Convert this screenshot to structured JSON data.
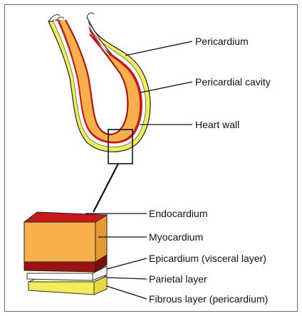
{
  "labels": {
    "pericardium": "Pericardium",
    "pericardial_cavity": "Pericardial cavity",
    "heart_wall": "Heart wall",
    "endocardium": "Endocardium",
    "myocardium": "Myocardium",
    "epicardium": "Epicardium (visceral layer)",
    "parietal_layer": "Parietal layer",
    "fibrous_layer": "Fibrous layer (pericardium)"
  },
  "colors": {
    "fibrous": "#f3ed5a",
    "fibrous_light": "#fbf7c4",
    "parietal": "#ffffff",
    "epicardium": "#9b1410",
    "myocardium": "#f7b04c",
    "endocardium": "#b01410",
    "endocardium_top": "#c8181a",
    "outline": "#222222"
  }
}
